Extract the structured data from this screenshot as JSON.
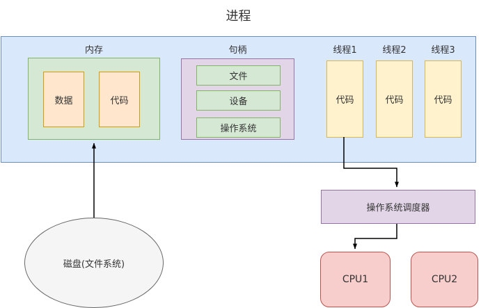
{
  "title": "进程",
  "process": {
    "memory": {
      "label": "内存",
      "data_label": "数据",
      "code_label": "代码"
    },
    "handles": {
      "label": "句柄",
      "items": [
        "文件",
        "设备",
        "操作系统"
      ]
    },
    "threads": [
      {
        "label": "线程1",
        "content": "代码"
      },
      {
        "label": "线程2",
        "content": "代码"
      },
      {
        "label": "线程3",
        "content": "代码"
      }
    ]
  },
  "scheduler_label": "操作系统调度器",
  "cpus": [
    "CPU1",
    "CPU2"
  ],
  "disk_label": "磁盘(文件系统)",
  "colors": {
    "process_fill": "#dae8fc",
    "process_border": "#6c8ebf",
    "memory_fill": "#d5e8d4",
    "memory_border": "#82b366",
    "memory_item_fill": "#ffe6cc",
    "memory_item_border": "#d79b00",
    "handle_fill": "#e1d5e7",
    "handle_border": "#9673a6",
    "thread_fill": "#fff2cc",
    "thread_border": "#d6b656",
    "scheduler_fill": "#e1d5e7",
    "scheduler_border": "#9673a6",
    "cpu_fill": "#f8cecc",
    "cpu_border": "#b85450",
    "disk_fill": "#f5f5f5",
    "disk_border": "#666666",
    "arrow": "#000000",
    "text": "#333333"
  }
}
